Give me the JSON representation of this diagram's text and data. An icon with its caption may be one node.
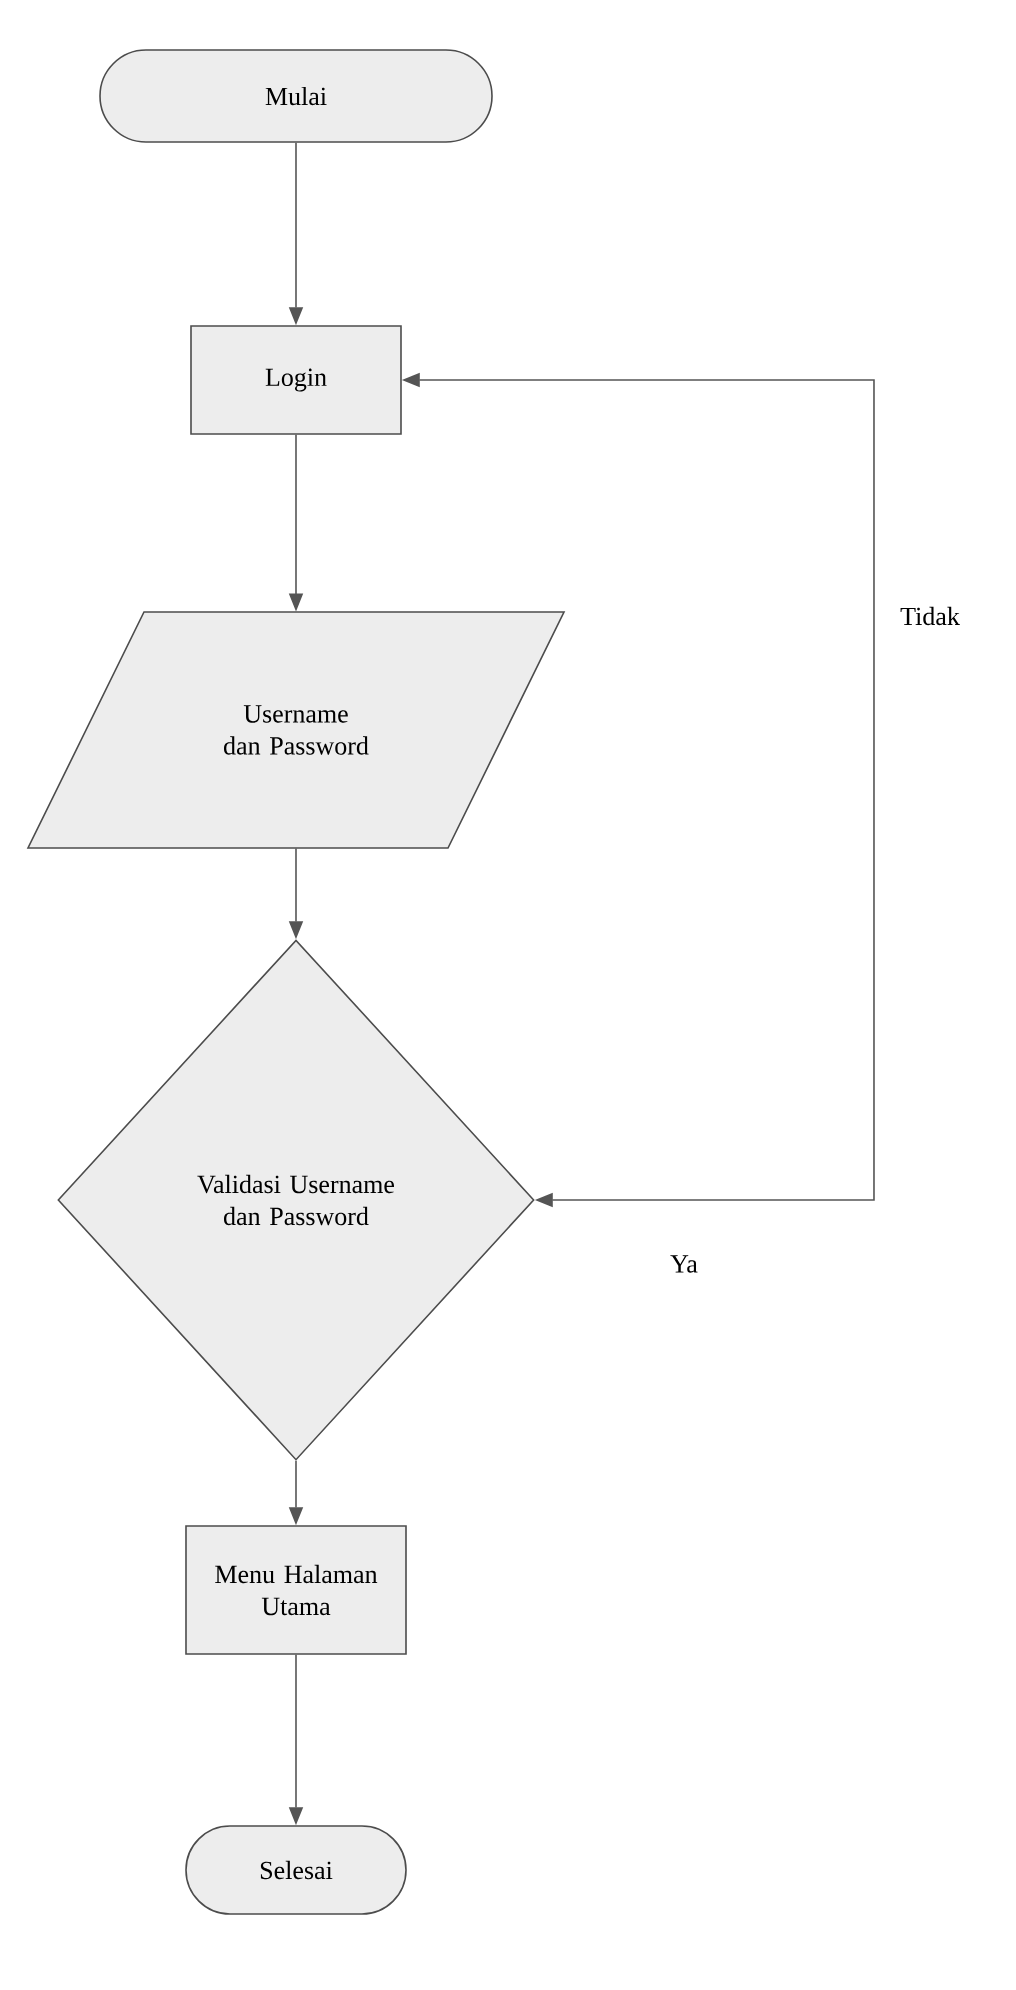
{
  "diagram": {
    "nodes": [
      {
        "text": [
          "Mulai"
        ]
      },
      {
        "text": [
          "Login"
        ]
      },
      {
        "text": [
          "Username dan Password"
        ]
      },
      {
        "text": [
          "Validasi Username dan Password"
        ]
      },
      {
        "text": [
          "Menu Halaman Utama"
        ]
      },
      {
        "text": [
          "Selesai"
        ]
      }
    ],
    "edges": [
      {
        "from": 0,
        "to": 1,
        "arrow": "to"
      },
      {
        "from": 1,
        "to": 2,
        "arrow": "to"
      },
      {
        "from": 2,
        "to": 3,
        "arrow": "to"
      },
      {
        "from": 3,
        "to": 4,
        "arrow": "to"
      },
      {
        "from": 4,
        "to": 5,
        "arrow": "to"
      },
      {
        "from": 3,
        "to": 1,
        "arrow": "both",
        "label": "Tidak"
      }
    ],
    "labels": [
      "Ya"
    ]
  }
}
